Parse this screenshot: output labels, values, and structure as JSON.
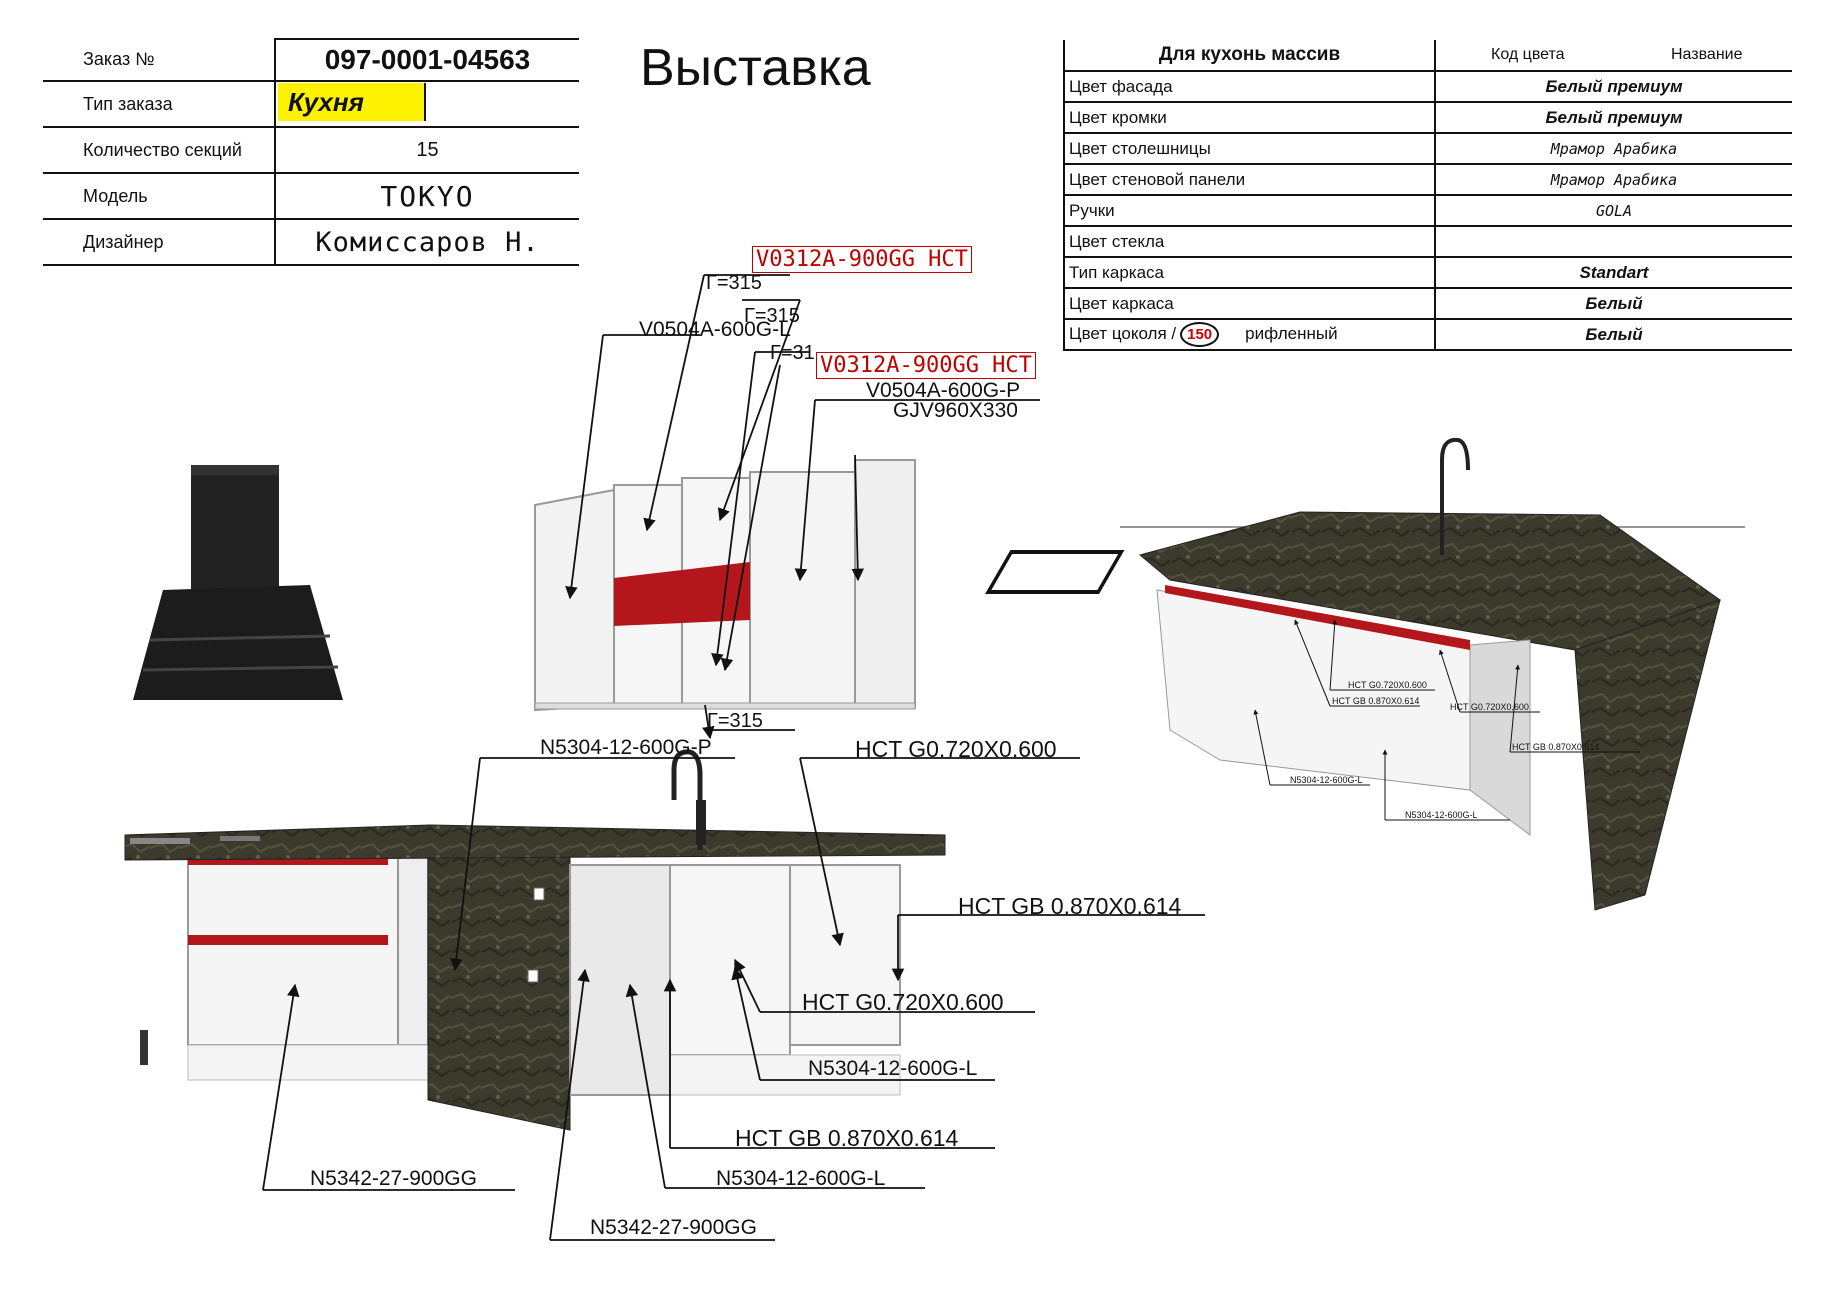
{
  "order": {
    "order_no_label": "Заказ №",
    "order_no": "097-0001-04563",
    "order_type_label": "Тип заказа",
    "order_type": "Кухня",
    "sections_label": "Количество секций",
    "sections": "15",
    "model_label": "Модель",
    "model": "TOKYO",
    "designer_label": "Дизайнер",
    "designer": "Комиссаров Н."
  },
  "page_heading": "Выставка",
  "spec": {
    "header": "Для кухонь массив",
    "col_code": "Код цвета",
    "col_name": "Название",
    "rows": [
      {
        "label": "Цвет фасада",
        "value": "Белый премиум"
      },
      {
        "label": "Цвет кромки",
        "value": "Белый премиум"
      },
      {
        "label": "Цвет столешницы",
        "value": "Мрамор Арабика"
      },
      {
        "label": "Цвет стеновой панели",
        "value": "Мрамор Арабика"
      },
      {
        "label": "Ручки",
        "value": "GOLA"
      },
      {
        "label": "Цвет стекла",
        "value": ""
      },
      {
        "label": "Тип каркаса",
        "value": "Standart"
      },
      {
        "label": "Цвет каркаса",
        "value": "Белый"
      }
    ],
    "plinth_label": "Цвет цоколя /",
    "plinth_size": "150",
    "plinth_type": "рифленный",
    "plinth_value": "Белый"
  },
  "callouts": {
    "wall_red_1": "V0312A-900GG HCT",
    "wall_red_2": "V0312A-900GG HCT",
    "g315_1": "Г=315",
    "g315_2": "Г=315",
    "g315_3": "Г=31",
    "g315_4": "Г=315",
    "v0504_l": "V0504A-600G-L",
    "v0504_p": "V0504A-600G-P",
    "gjv": "GJV960X330",
    "n5304_p": "N5304-12-600G-P",
    "hct_g_top": "HCT G0.720X0.600",
    "hct_gb_right": "HCT GB 0.870X0.614",
    "hct_g_mid": "HCT G0.720X0.600",
    "n5304_l_mid": "N5304-12-600G-L",
    "hct_gb_low": "HCT GB 0.870X0.614",
    "n5342_left": "N5342-27-900GG",
    "n5304_l_low": "N5304-12-600G-L",
    "n5342_bottom": "N5342-27-900GG"
  },
  "island_callouts": {
    "hct_g": "HCT G0.720X0.600",
    "hct_gb_left": "HCT GB 0.870X0.614",
    "hct_g_right": "HCT G0.720X0.600",
    "hct_gb_right": "HCT GB 0.870X0.614",
    "n5304_l1": "N5304-12-600G-L",
    "n5304_l2": "N5304-12-600G-L"
  },
  "colors": {
    "accent_red": "#c00000",
    "gola_red": "#b3171c",
    "marble": "#3b3a2c",
    "yellow": "#fff200"
  }
}
